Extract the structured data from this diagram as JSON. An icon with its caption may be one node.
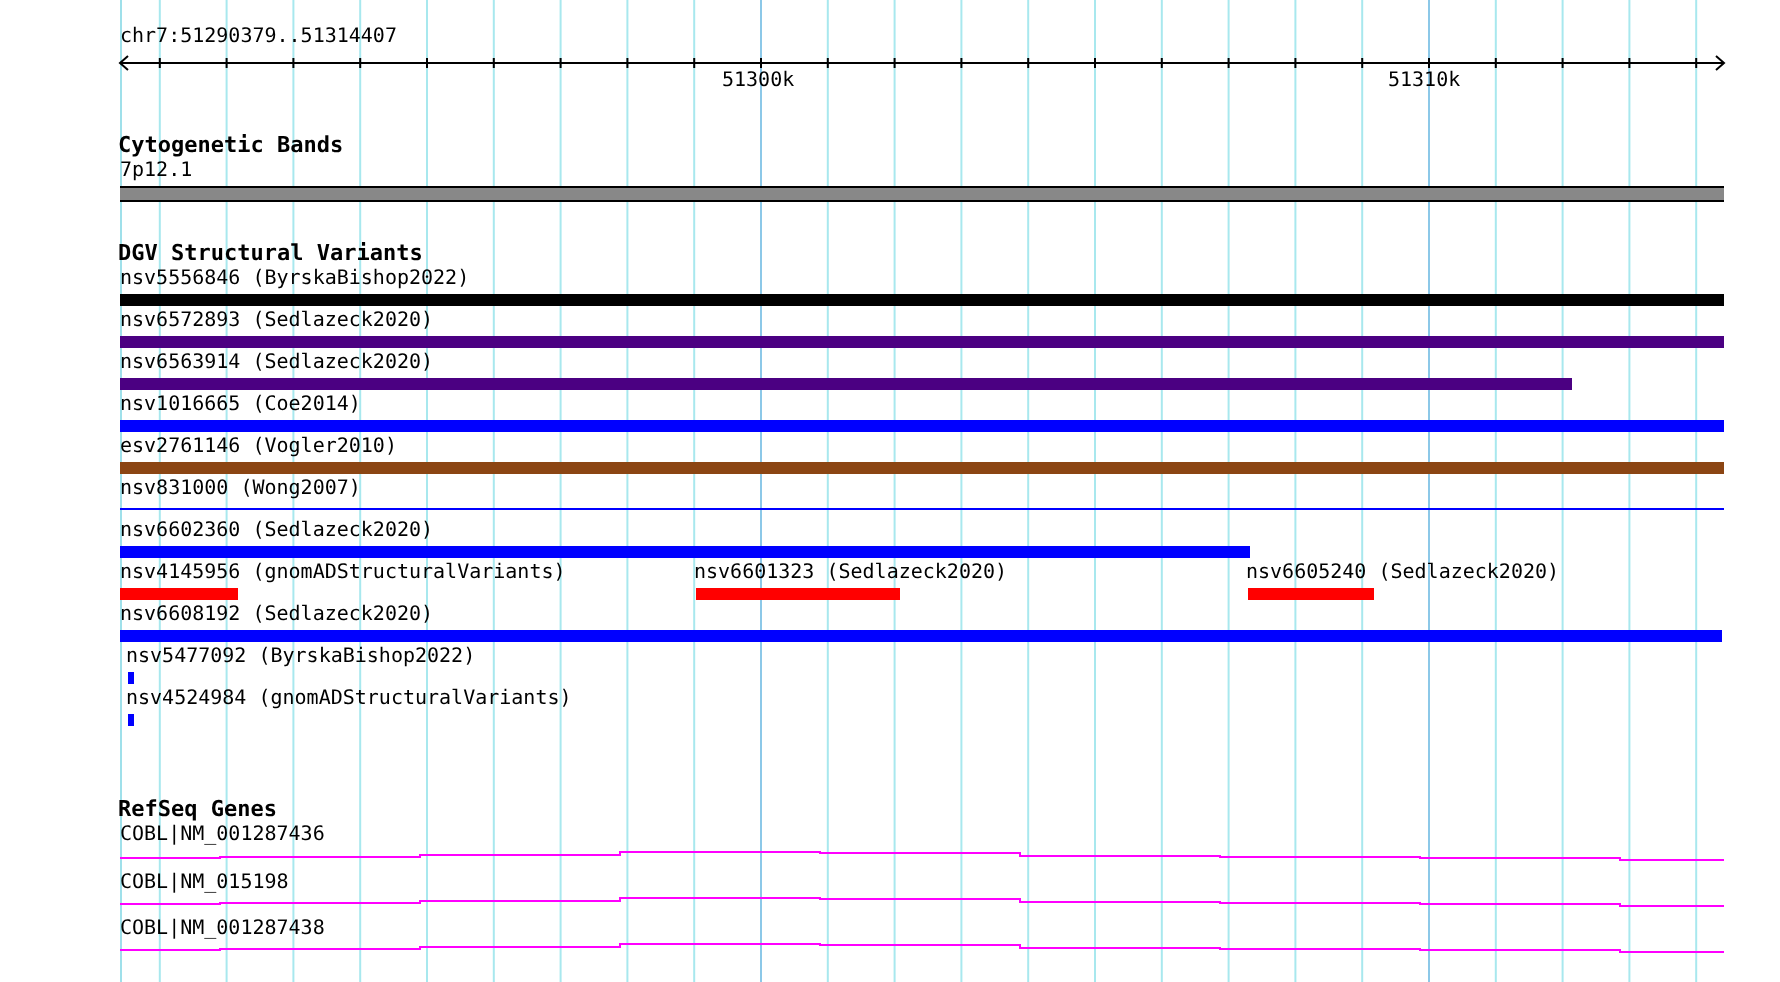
{
  "diagram": {
    "title": "chr7:51290379..51314407",
    "nodes": [
      {
        "text": [
          "7p12.1"
        ]
      },
      {
        "text": [
          "nsv5556846 (ByrskaBishop2022)"
        ]
      },
      {
        "text": [
          "nsv6572893 (Sedlazeck2020)"
        ]
      },
      {
        "text": [
          "nsv6563914 (Sedlazeck2020)"
        ]
      },
      {
        "text": [
          "nsv1016665 (Coe2014)"
        ]
      },
      {
        "text": [
          "esv2761146 (Vogler2010)"
        ]
      },
      {
        "text": [
          "nsv831000 (Wong2007)"
        ]
      },
      {
        "text": [
          "nsv6602360 (Sedlazeck2020)"
        ]
      },
      {
        "text": [
          "nsv4145956 (gnomADStructuralVariants)"
        ]
      },
      {
        "text": [
          "nsv6601323 (Sedlazeck2020)"
        ]
      },
      {
        "text": [
          "nsv6605240 (Sedlazeck2020)"
        ]
      },
      {
        "text": [
          "nsv6608192 (Sedlazeck2020)"
        ]
      },
      {
        "text": [
          "nsv5477092 (ByrskaBishop2022)"
        ]
      },
      {
        "text": [
          "nsv4524984 (gnomADStructuralVariants)"
        ]
      },
      {
        "text": [
          "COBL|NM_001287436"
        ]
      },
      {
        "text": [
          "COBL|NM_015198"
        ]
      },
      {
        "text": [
          "COBL|NM_001287438"
        ]
      }
    ],
    "labels": [
      "51300k",
      "51310k",
      "Cytogenetic Bands",
      "DGV Structural Variants",
      "RefSeq Genes"
    ]
  }
}
